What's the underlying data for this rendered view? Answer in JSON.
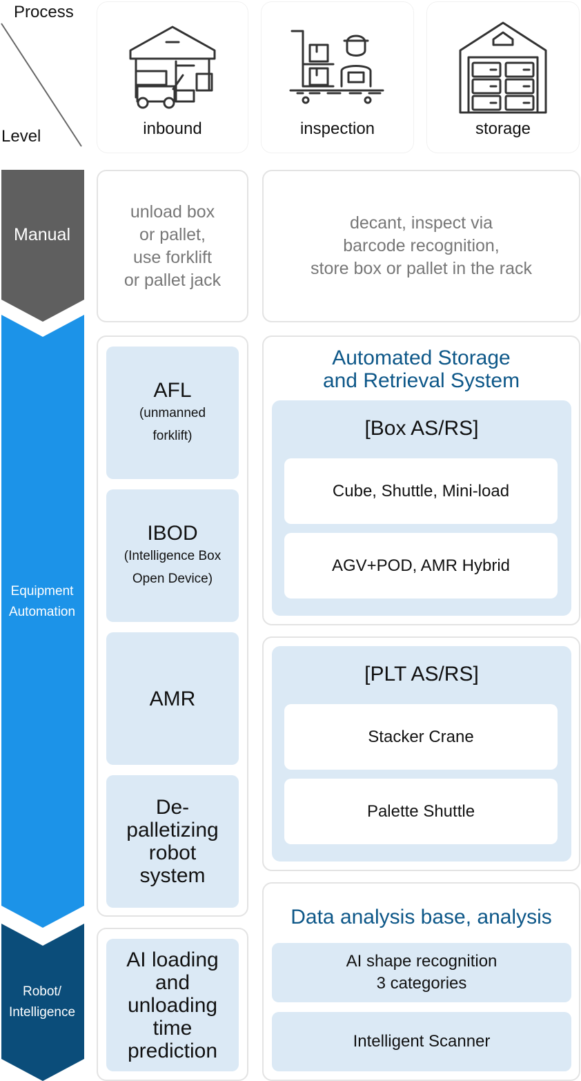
{
  "corner": {
    "process": "Process",
    "level": "Level"
  },
  "headers": [
    {
      "label": "inbound",
      "icon": "warehouse-forklift-icon"
    },
    {
      "label": "inspection",
      "icon": "worker-boxes-icon"
    },
    {
      "label": "storage",
      "icon": "warehouse-storage-icon"
    }
  ],
  "levels": {
    "manual": "Manual",
    "equipment": "Equipment\nAutomation",
    "robot": "Robot/\nIntelligence"
  },
  "manual": {
    "inbound": "unload box\nor pallet,\nuse forklift\nor pallet jack",
    "storage": "decant, inspect via\nbarcode recognition,\nstore box or pallet in the rack"
  },
  "equipment_inbound": [
    {
      "title": "AFL",
      "subtitle": "(unmanned\nforklift)"
    },
    {
      "title": "IBOD",
      "subtitle": "(Intelligence Box\nOpen Device)"
    },
    {
      "title": "AMR",
      "subtitle": ""
    },
    {
      "title": "De-\npalletizing\nrobot\nsystem",
      "subtitle": ""
    }
  ],
  "asrs": {
    "title": "Automated Storage\nand Retrieval System",
    "box": {
      "title": "[Box AS/RS]",
      "items": [
        "Cube, Shuttle, Mini-load",
        "AGV+POD, AMR Hybrid"
      ]
    },
    "plt": {
      "title": "[PLT AS/RS]",
      "items": [
        "Stacker Crane",
        "Palette Shuttle"
      ]
    }
  },
  "robot": {
    "inbound": "AI loading\nand\nunloading\ntime\nprediction",
    "data_title": "Data analysis base, analysis",
    "items": [
      "AI shape recognition\n3 categories",
      "Intelligent Scanner"
    ]
  },
  "colors": {
    "manual": "#5f5f5f",
    "equipment": "#1c93e8",
    "robot": "#0b4d7a",
    "box_fill": "#dbe9f5",
    "title_blue": "#0d5788"
  }
}
